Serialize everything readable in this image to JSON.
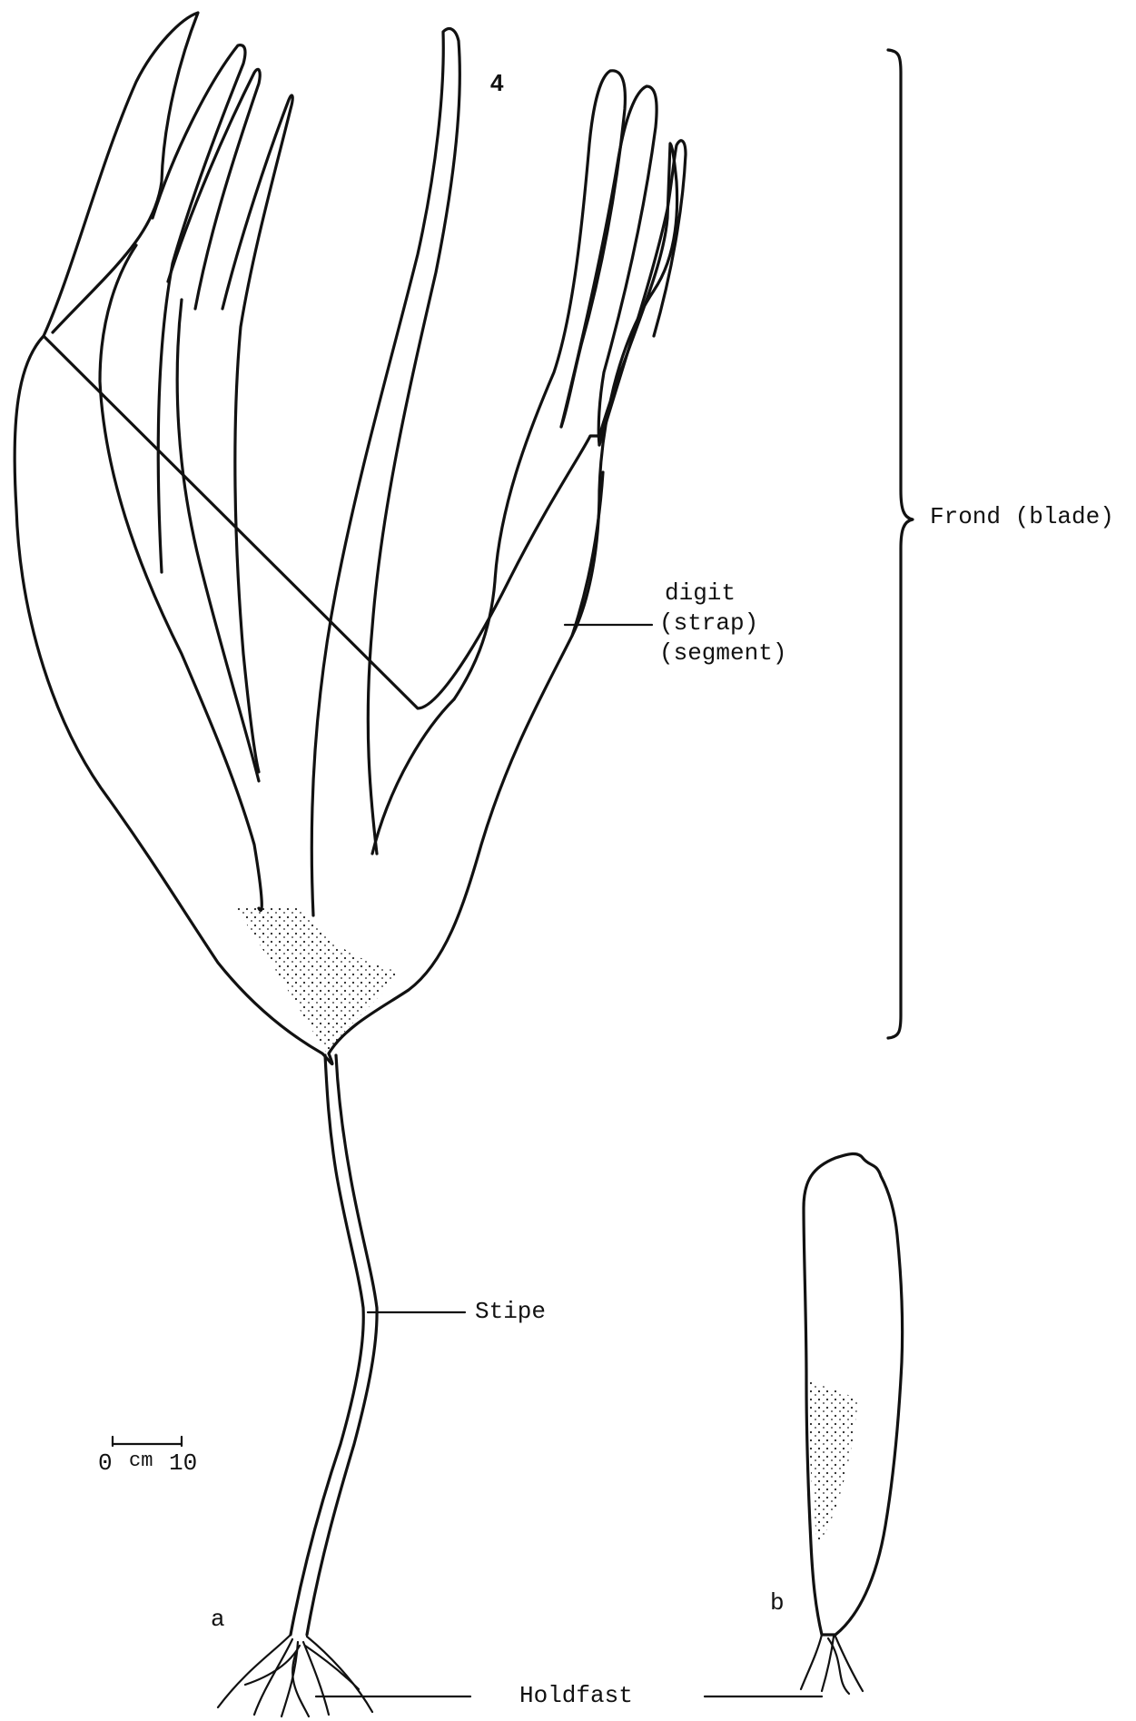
{
  "figure_number": "4",
  "labels": {
    "frond": "Frond (blade)",
    "digit_line1": "digit",
    "digit_line2": "(strap)",
    "digit_line3": "(segment)",
    "stipe": "Stipe",
    "holdfast": "Holdfast",
    "specimen_a": "a",
    "specimen_b": "b"
  },
  "scale_bar": {
    "start": "0",
    "unit": "cm",
    "end": "10"
  }
}
